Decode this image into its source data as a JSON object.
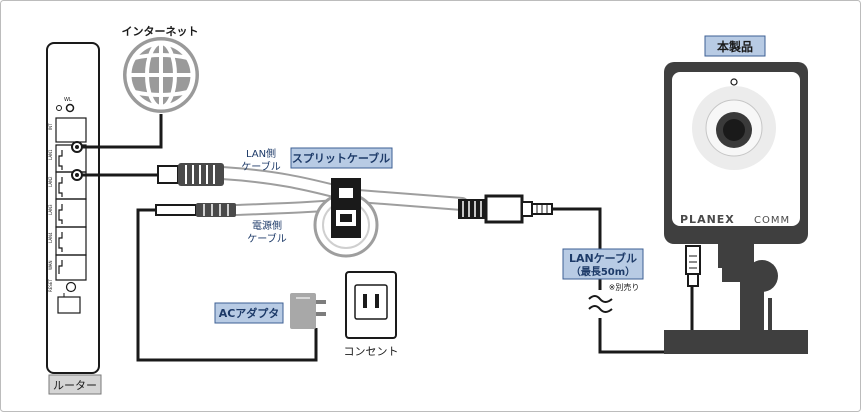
{
  "labels": {
    "internet": "インターネット",
    "product": "本製品",
    "lan_side_line1": "LAN側",
    "lan_side_line2": "ケーブル",
    "split_cable": "スプリットケーブル",
    "power_side_line1": "電源側",
    "power_side_line2": "ケーブル",
    "lan_cable_line1": "LANケーブル",
    "lan_cable_line2": "（最長50m）",
    "sold_separately": "※別売り",
    "ac_adapter": "ACアダプタ",
    "outlet": "コンセント",
    "router": "ルーター",
    "camera_brand_a": "PLANEX",
    "camera_brand_b": "COMM"
  },
  "colors": {
    "callout_fill": "#b8cbe4",
    "callout_border": "#3d5f93",
    "callout_text": "#1d3a68",
    "camera_body": "#3f3f3f",
    "frame_border": "#bcbcbc",
    "line": "#1a1a1a"
  }
}
